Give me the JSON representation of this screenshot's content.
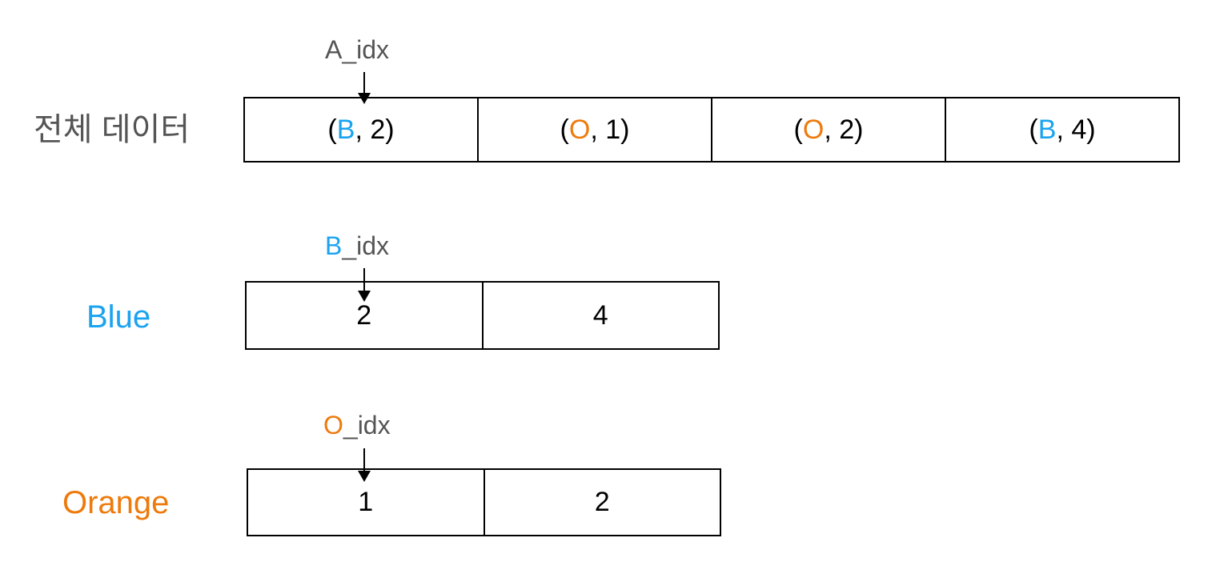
{
  "colors": {
    "blue": "#1aa3f0",
    "orange": "#ee7a0c",
    "gray": "#555555",
    "black": "#000000"
  },
  "all_data": {
    "label": "전체 데이터",
    "pointer": {
      "prefix": "A",
      "suffix": "_idx"
    },
    "cells": [
      {
        "open": "(",
        "letter": "B",
        "color": "blue",
        "rest": ", 2)"
      },
      {
        "open": "(",
        "letter": "O",
        "color": "orange",
        "rest": ", 1)"
      },
      {
        "open": "(",
        "letter": "O",
        "color": "orange",
        "rest": ", 2)"
      },
      {
        "open": "(",
        "letter": "B",
        "color": "blue",
        "rest": ", 4)"
      }
    ]
  },
  "blue": {
    "label": "Blue",
    "pointer": {
      "prefix": "B",
      "suffix": "_idx"
    },
    "cells": [
      "2",
      "4"
    ]
  },
  "orange": {
    "label": "Orange",
    "pointer": {
      "prefix": "O",
      "suffix": "_idx"
    },
    "cells": [
      "1",
      "2"
    ]
  }
}
